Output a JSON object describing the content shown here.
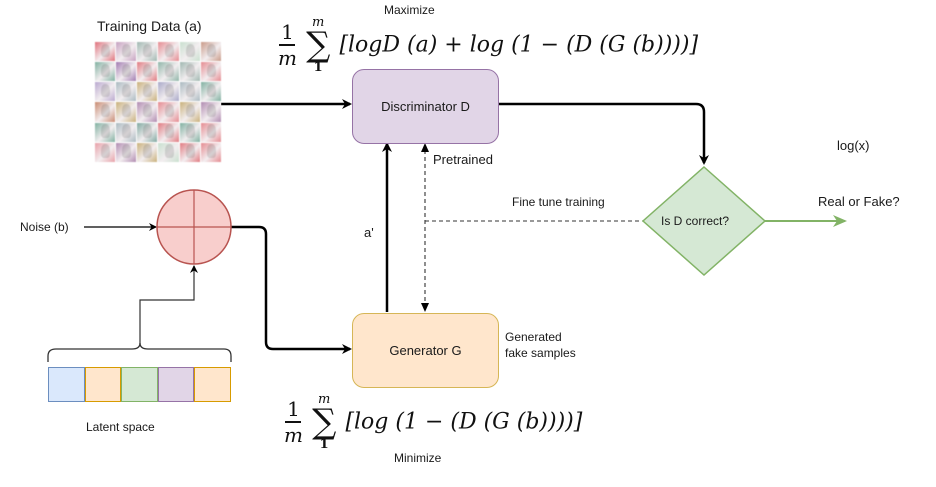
{
  "training_data": {
    "title": "Training Data (a)",
    "grid_rows": 6,
    "grid_cols": 6,
    "thumbnail_colors": [
      "#e0707a",
      "#c6a0c0",
      "#9fb7b0",
      "#e58a90",
      "#c9e0cf",
      "#c99a88",
      "#7fb0a0",
      "#a07ab0",
      "#e07a80",
      "#8fb5a8",
      "#9fb7b0",
      "#e58a90",
      "#b9a8cf",
      "#a9b9c0",
      "#c9b07a",
      "#a8a8c8",
      "#a9b9c0",
      "#7fb0a0",
      "#c98a70",
      "#c9b07a",
      "#b08ab0",
      "#e58a90",
      "#c9b07a",
      "#b08ab0",
      "#7fb0a0",
      "#a9b9c0",
      "#7fa8a0",
      "#e07a80",
      "#7fb0a0",
      "#e58a90",
      "#e8a0a8",
      "#b08ab0",
      "#c9b07a",
      "#c9e0cf",
      "#e07a80",
      "#e58a90"
    ]
  },
  "formulas": {
    "maximize": {
      "label": "Maximize",
      "numerator": "1",
      "denominator": "m",
      "sum_upper": "m",
      "sum_lower": "1",
      "sum_symbol": "∑",
      "expression": "[logD (a) + log (1 − (D (G (b))))]"
    },
    "minimize": {
      "label": "Minimize",
      "numerator": "1",
      "denominator": "m",
      "sum_upper": "m",
      "sum_lower": "1",
      "sum_symbol": "∑",
      "expression": "[log (1 − (D (G (b))))]"
    }
  },
  "nodes": {
    "discriminator": {
      "label": "Discriminator D",
      "fill": "#e1d5e7",
      "stroke": "#9673a6"
    },
    "generator": {
      "label": "Generator G",
      "fill": "#ffe6cc",
      "stroke": "#d6b656"
    },
    "decision": {
      "label": "Is D correct?",
      "fill": "#d5e8d4",
      "stroke": "#82b366"
    },
    "combiner": {
      "fill": "#f8cecc",
      "stroke": "#b85450"
    }
  },
  "labels": {
    "noise": "Noise (b)",
    "latent_space": "Latent space",
    "pretrained": "Pretrained",
    "a_prime": "a'",
    "fine_tune": "Fine tune training",
    "generated_samples_line1": "Generated",
    "generated_samples_line2": "fake samples",
    "log_x": "log(x)",
    "real_or_fake": "Real or Fake?"
  },
  "latent_cells": [
    {
      "fill": "#dae8fc",
      "stroke": "#6c8ebf"
    },
    {
      "fill": "#ffe6cc",
      "stroke": "#d79b00"
    },
    {
      "fill": "#d5e8d4",
      "stroke": "#82b366"
    },
    {
      "fill": "#e1d5e7",
      "stroke": "#9673a6"
    },
    {
      "fill": "#ffe6cc",
      "stroke": "#d79b00"
    }
  ],
  "colors": {
    "edge": "#000000",
    "output_edge": "#82b366",
    "dashed_edge": "#333333"
  }
}
